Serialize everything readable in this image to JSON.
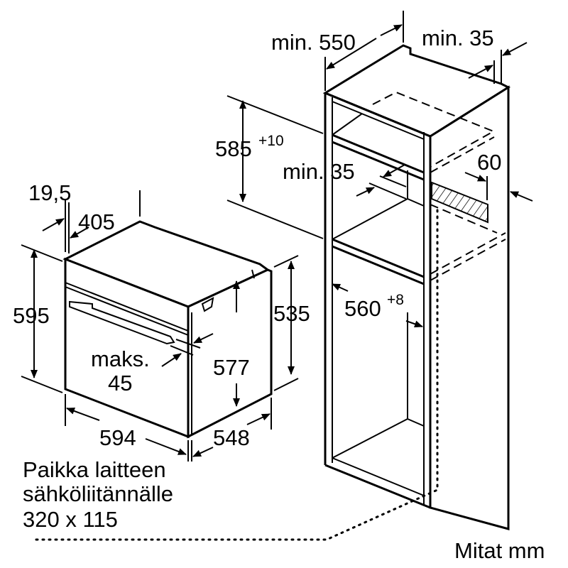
{
  "labels": {
    "cabinet_depth": "min. 550",
    "top_gap": "min. 35",
    "niche_height": "585",
    "niche_height_tol": "+10",
    "shelf_gap": "min. 35",
    "vent": "60",
    "front_offset": "19,5",
    "oven_depth_top": "405",
    "oven_height": "595",
    "oven_body_height": "535",
    "niche_width": "560",
    "niche_width_tol": "+8",
    "door_max_label": "maks.",
    "door_max_value": "45",
    "oven_inner_height": "577",
    "oven_width": "594",
    "oven_depth": "548"
  },
  "note": {
    "line1": "Paikka laitteen",
    "line2": "sähköliitännälle",
    "line3": "320 x 115"
  },
  "units": "Mitat mm"
}
